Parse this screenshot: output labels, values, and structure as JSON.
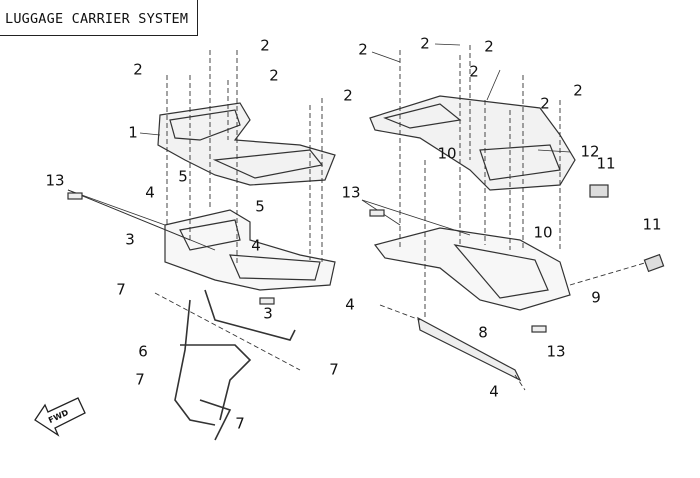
{
  "title": "LUGGAGE CARRIER SYSTEM",
  "fwd_label": "FWD",
  "callouts_left": [
    "2",
    "2",
    "2",
    "2",
    "1",
    "13",
    "4",
    "5",
    "5",
    "3",
    "4",
    "3",
    "7",
    "6",
    "7",
    "7",
    "7"
  ],
  "callouts_right": [
    "2",
    "2",
    "2",
    "2",
    "2",
    "2",
    "10",
    "12",
    "11",
    "13",
    "11",
    "10",
    "9",
    "4",
    "8",
    "13",
    "4"
  ]
}
